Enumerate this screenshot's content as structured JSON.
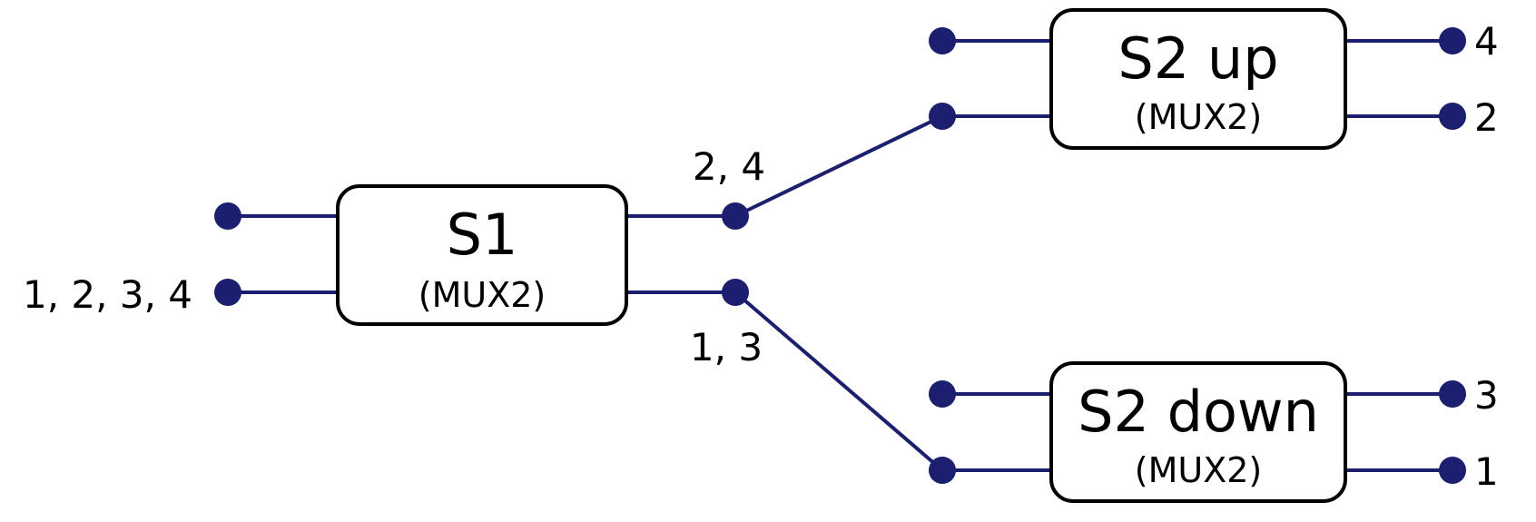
{
  "colors": {
    "wire": "#1b1f6e",
    "box_border": "#000000",
    "text": "#000000"
  },
  "blocks": {
    "s1": {
      "title": "S1",
      "subtitle": "(MUX2)"
    },
    "s2_up": {
      "title": "S2 up",
      "subtitle": "(MUX2)"
    },
    "s2_down": {
      "title": "S2 down",
      "subtitle": "(MUX2)"
    }
  },
  "labels": {
    "input": "1, 2, 3, 4",
    "s1_upper_output": "2, 4",
    "s1_lower_output": "1, 3",
    "s2_up_output_top": "4",
    "s2_up_output_bottom": "2",
    "s2_down_output_top": "3",
    "s2_down_output_bottom": "1"
  }
}
